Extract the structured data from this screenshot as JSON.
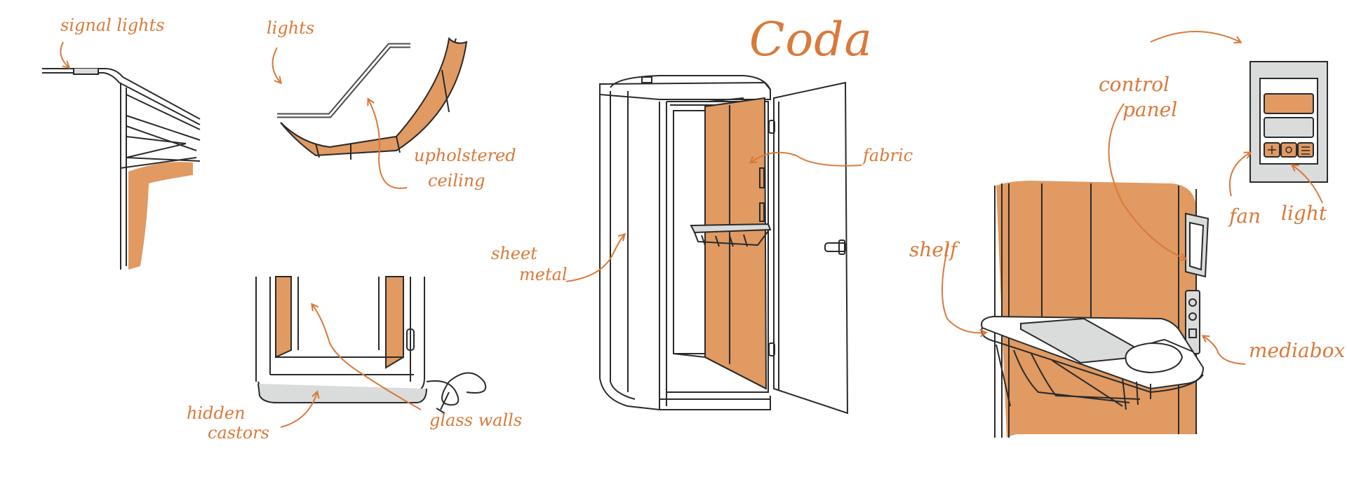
{
  "title": "Coda",
  "labels": {
    "signal_lights": "signal lights",
    "lights": "lights",
    "upholstered": "upholstered",
    "ceiling": "ceiling",
    "hidden": "hidden",
    "castors": "castors",
    "glass_walls": "glass walls",
    "sheet": "sheet",
    "metal": "metal",
    "fabric": "fabric",
    "control": "control",
    "panel": "panel",
    "shelf": "shelf",
    "mediabox": "mediabox",
    "fan": "fan",
    "light": "light"
  },
  "colors": {
    "accent": "#d9793a",
    "fabric_fill": "#e09a62",
    "line": "#2a2a2a",
    "panel_grey": "#d9dcdb"
  }
}
